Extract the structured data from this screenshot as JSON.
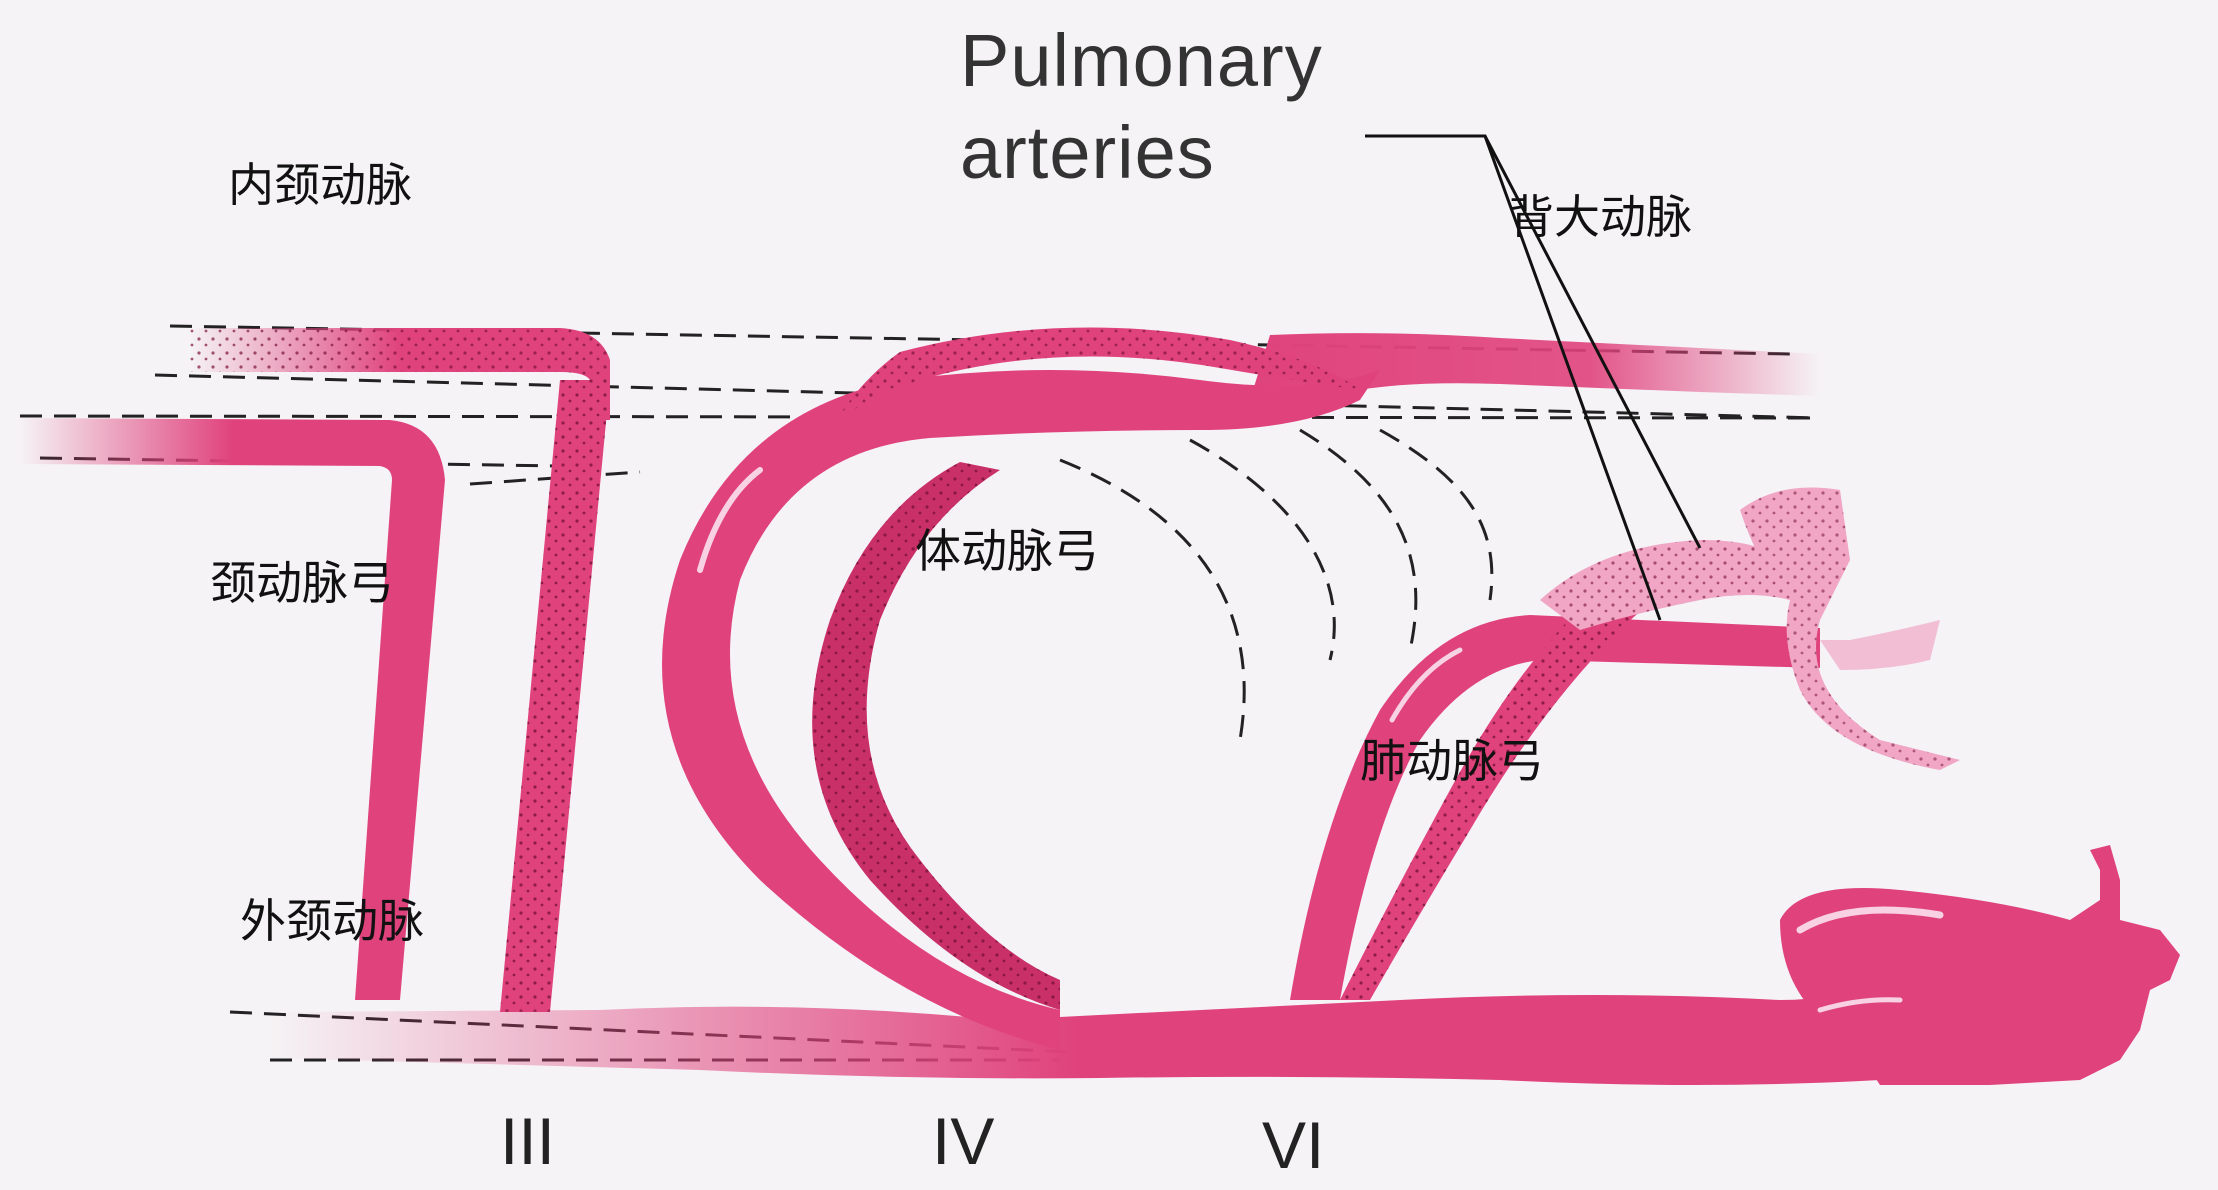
{
  "labels": {
    "internal_carotid": "内颈动脉",
    "carotid_arch": "颈动脉弓",
    "external_carotid": "外颈动脉",
    "systemic_arch": "体动脉弓",
    "pulmonary_arch": "肺动脉弓",
    "dorsal_aorta": "背大动脉",
    "pulmonary_arteries_line1": "Pulmonary",
    "pulmonary_arteries_line2": "arteries"
  },
  "arch_numbers": {
    "third": "III",
    "fourth": "IV",
    "sixth": "VI"
  },
  "colors": {
    "vessel": "#e0437c",
    "vessel_dark": "#c93068",
    "vessel_pale": "#f0a6c4",
    "stipple": "#7a1238",
    "dashed_lines": "#222222",
    "background": "#f5f3f5"
  }
}
